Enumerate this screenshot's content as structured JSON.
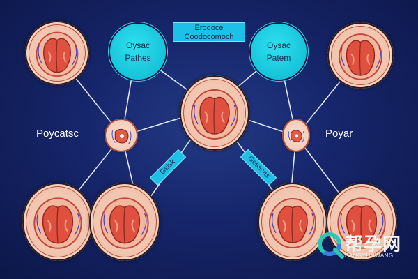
{
  "title_tag": "Erodoce Coodocomoch",
  "bubble_left": {
    "line1": "Oysac",
    "line2": "Pathes"
  },
  "bubble_right": {
    "line1": "Oysac",
    "line2": "Patem"
  },
  "label_left": "Poycatsc",
  "label_right": "Poyar",
  "tag_left": "Geisk",
  "tag_right": "Gesacas",
  "watermark": {
    "big": "帮孕网",
    "small": "BANGYUNWANG"
  },
  "colors": {
    "background": "#16256a",
    "connector": "#dfe6f5",
    "accent": "#1dc0e6",
    "cell_outer": "#f1c4ae",
    "cell_tissue": "#e0503e"
  }
}
